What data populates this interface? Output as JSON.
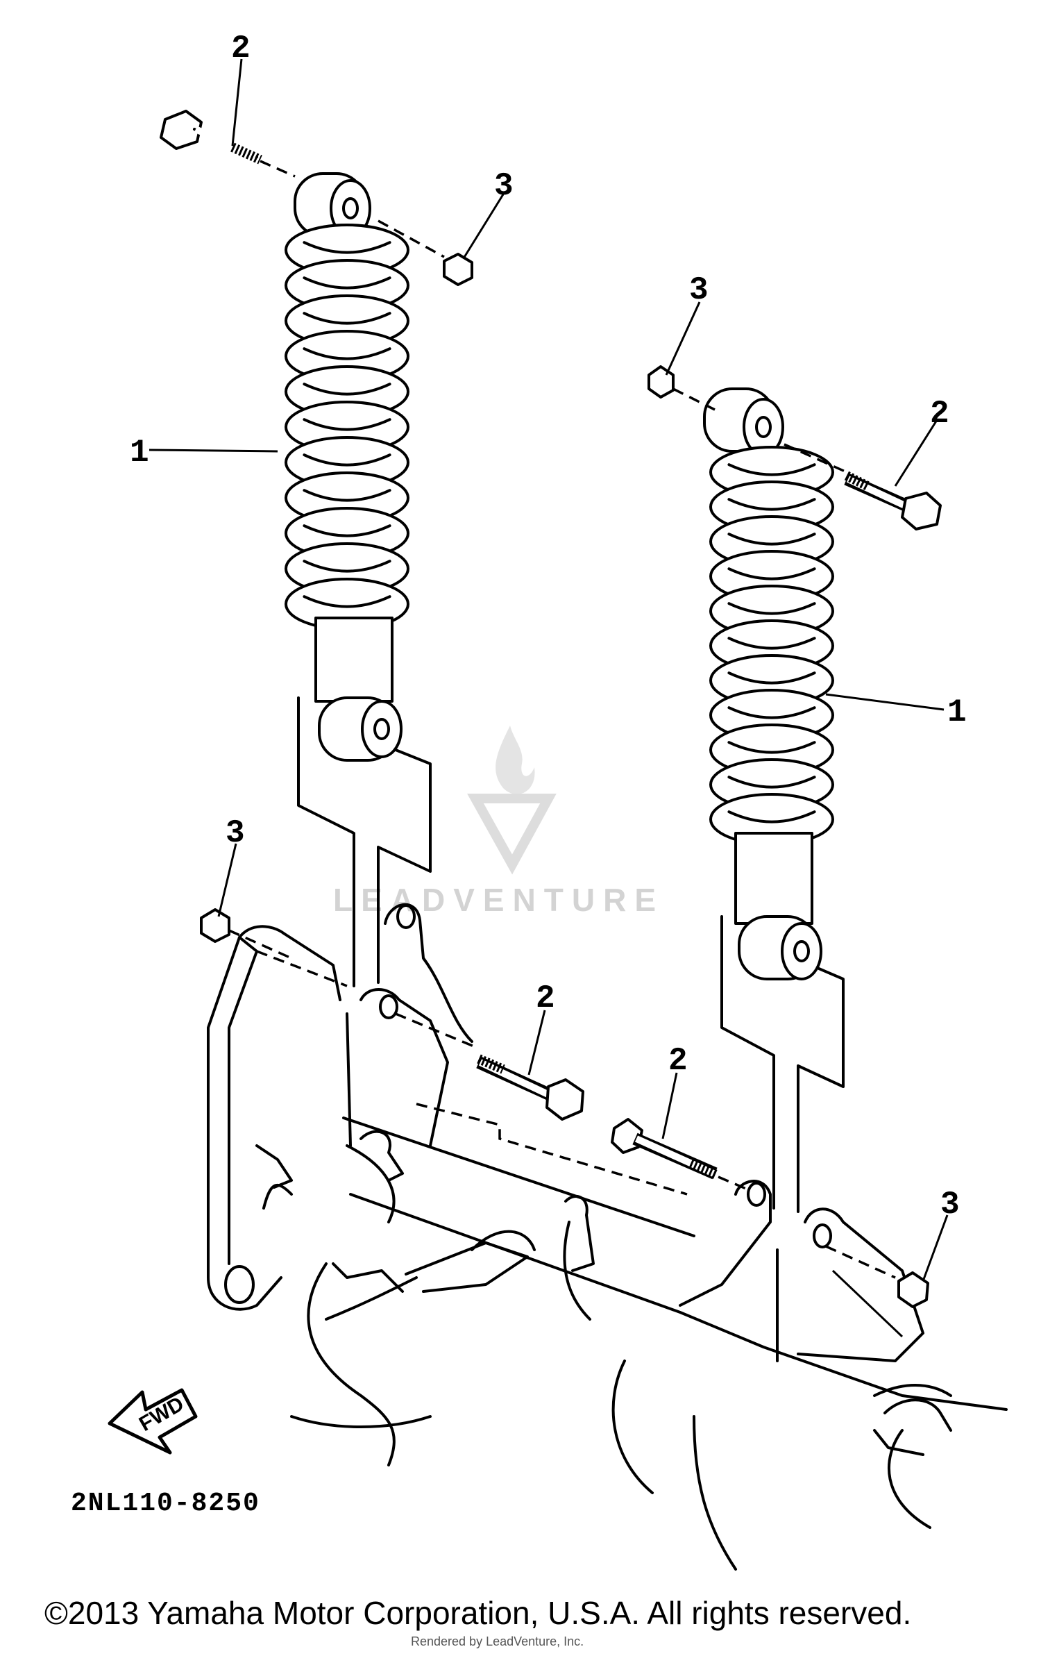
{
  "diagram": {
    "callouts": {
      "left_shock": "1",
      "right_shock": "1",
      "left_top_bolt": "2",
      "right_top_bolt": "2",
      "center_bolt_left": "2",
      "center_bolt_right": "2",
      "left_top_nut": "3",
      "right_top_nut": "3",
      "left_frame_nut": "3",
      "right_frame_nut": "3"
    },
    "fwd_label": "FWD",
    "drawing_code": "2NL110-8250",
    "watermark_text": "LEADVENTURE",
    "render_note": "Rendered by LeadVenture, Inc."
  },
  "footer": {
    "copyright": "©2013 Yamaha Motor Corporation, U.S.A. All rights reserved."
  }
}
